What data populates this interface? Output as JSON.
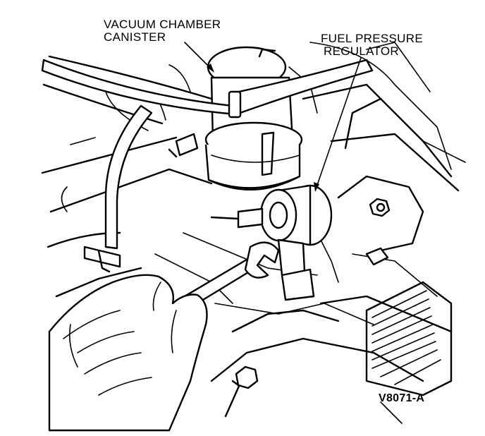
{
  "labels": {
    "vacuum_line1": "VACUUM CHAMBER",
    "vacuum_line2": "CANISTER",
    "fuel_line1": "FUEL PRESSURE",
    "fuel_line2": "REGULATOR",
    "figure_code": "V8071-A"
  },
  "colors": {
    "ink": "#000000",
    "paper": "#ffffff"
  }
}
